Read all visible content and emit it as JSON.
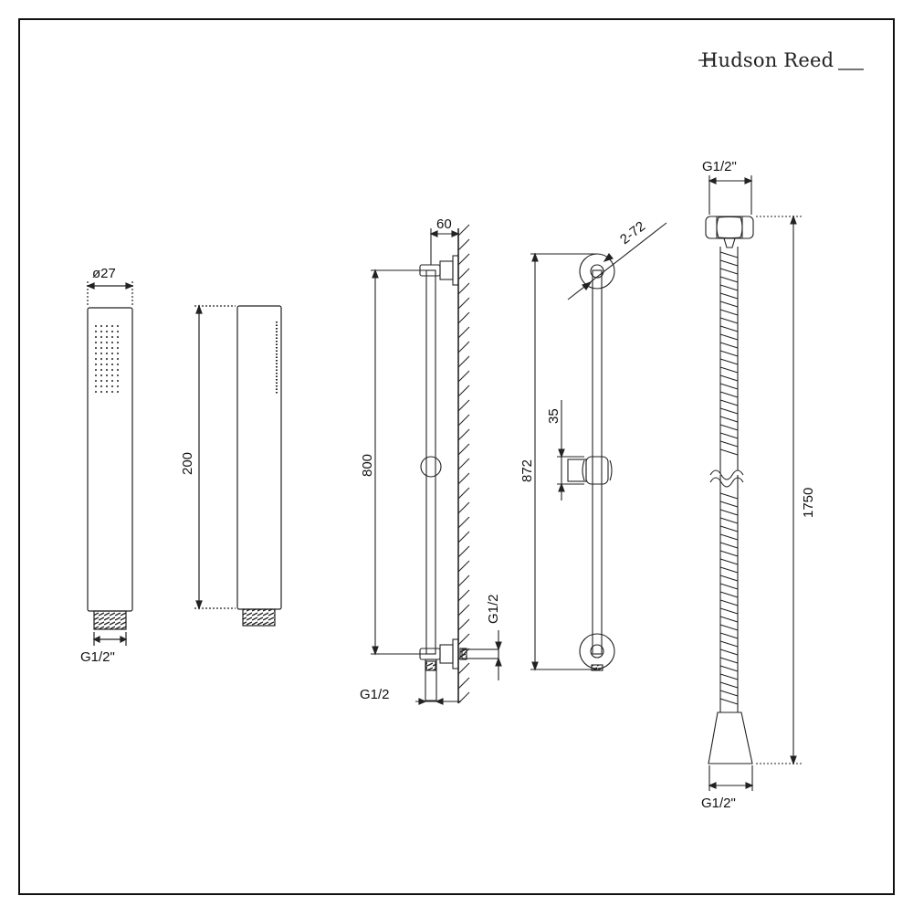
{
  "brand": {
    "name": "Hudson Reed"
  },
  "labels": {
    "handset_diameter": "ø27",
    "handset_thread": "G1/2\"",
    "handset_length": "200",
    "bracket_offset": "60",
    "rail_centres": "800",
    "rail_overall": "872",
    "fixing_holes": "2-72",
    "slider_offset": "35",
    "rail_outlet_thread_side": "G1/2",
    "rail_outlet_thread_bottom": "G1/2",
    "hose_thread_top": "G1/2\"",
    "hose_length": "1750",
    "hose_thread_bottom": "G1/2\""
  }
}
